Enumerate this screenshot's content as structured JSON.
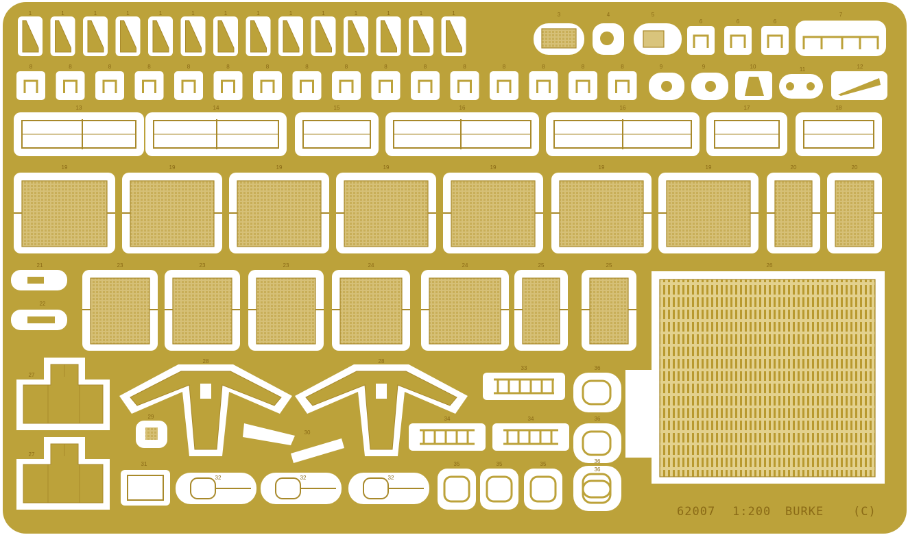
{
  "fret": {
    "product_code": "62007",
    "scale": "1:200",
    "subject": "BURKE",
    "sheet_letter": "(C)",
    "colors": {
      "brass": "#bca23a",
      "brass_dark": "#a8892a",
      "etched": "#d9c47c",
      "background": "#ffffff",
      "marking": "#8a6a16"
    }
  },
  "parts": {
    "row1": [
      "1",
      "1",
      "1",
      "1",
      "1",
      "1",
      "1",
      "1",
      "1",
      "1",
      "1",
      "1",
      "1",
      "1",
      "3",
      "4",
      "5",
      "6",
      "6",
      "6",
      "7"
    ],
    "row2": [
      "8",
      "8",
      "8",
      "8",
      "8",
      "8",
      "8",
      "8",
      "8",
      "8",
      "8",
      "8",
      "8",
      "8",
      "8",
      "8",
      "9",
      "9",
      "10",
      "11",
      "12"
    ],
    "row3": [
      "13",
      "14",
      "15",
      "16",
      "16",
      "17",
      "18"
    ],
    "row4": [
      "19",
      "19",
      "19",
      "19",
      "19",
      "19",
      "19",
      "20",
      "20"
    ],
    "row5_small": [
      "21",
      "22"
    ],
    "row5": [
      "23",
      "23",
      "23",
      "24",
      "24",
      "25",
      "25",
      "26"
    ],
    "lower": [
      "27",
      "27",
      "28",
      "28",
      "29",
      "30",
      "31",
      "32",
      "32",
      "32",
      "33",
      "34",
      "34",
      "35",
      "35",
      "35",
      "36",
      "36",
      "36",
      "36"
    ]
  }
}
